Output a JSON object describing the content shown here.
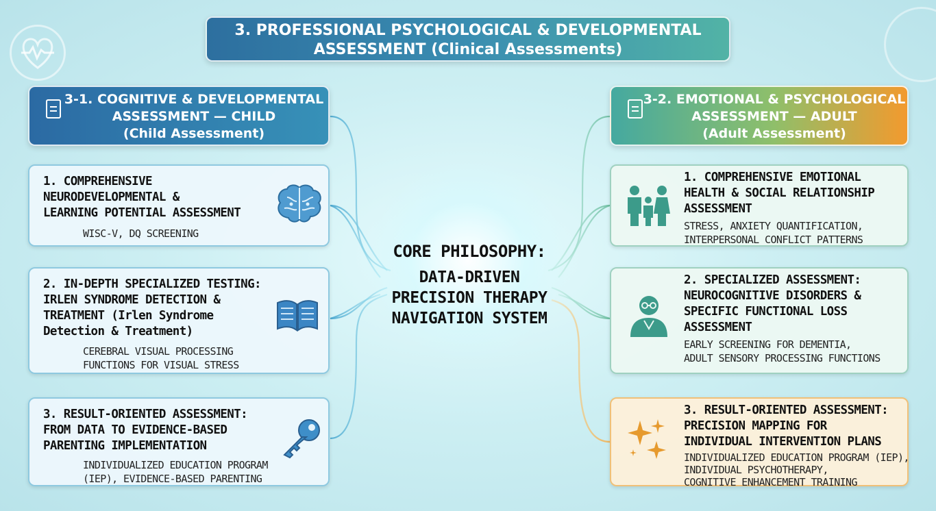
{
  "title": {
    "line1": "3. PROFESSIONAL PSYCHOLOGICAL & DEVELOPMENTAL",
    "line2": "ASSESSMENT (Clinical Assessments)"
  },
  "core": {
    "label": "CORE PHILOSOPHY:",
    "line1": "DATA-DRIVEN",
    "line2": "PRECISION THERAPY",
    "line3": "NAVIGATION SYSTEM"
  },
  "left": {
    "header": {
      "line1": "3-1. COGNITIVE & DEVELOPMENTAL",
      "line2": "ASSESSMENT — CHILD",
      "line3": "(Child Assessment)"
    },
    "cards": [
      {
        "title_lines": [
          "1. COMPREHENSIVE",
          "NEURODEVELOPMENTAL &",
          "LEARNING POTENTIAL ASSESSMENT"
        ],
        "detail_lines": [
          "WISC-V, DQ SCREENING"
        ],
        "icon": "brain-icon"
      },
      {
        "title_lines": [
          "2. IN-DEPTH SPECIALIZED TESTING:",
          "IRLEN SYNDROME DETECTION &",
          "TREATMENT (Irlen Syndrome",
          "Detection & Treatment)"
        ],
        "detail_lines": [
          "CEREBRAL VISUAL PROCESSING",
          "FUNCTIONS FOR VISUAL STRESS"
        ],
        "icon": "book-icon"
      },
      {
        "title_lines": [
          "3. RESULT-ORIENTED ASSESSMENT:",
          "FROM DATA TO EVIDENCE-BASED",
          "PARENTING IMPLEMENTATION"
        ],
        "detail_lines": [
          "INDIVIDUALIZED EDUCATION PROGRAM",
          "(IEP), EVIDENCE-BASED PARENTING"
        ],
        "icon": "key-icon"
      }
    ]
  },
  "right": {
    "header": {
      "line1": "3-2. EMOTIONAL & PSYCHOLOGICAL",
      "line2": "ASSESSMENT — ADULT",
      "line3": "(Adult Assessment)"
    },
    "cards": [
      {
        "title_lines": [
          "1. COMPREHENSIVE EMOTIONAL",
          "HEALTH & SOCIAL RELATIONSHIP",
          "ASSESSMENT"
        ],
        "detail_lines": [
          "STRESS, ANXIETY QUANTIFICATION,",
          "INTERPERSONAL CONFLICT PATTERNS"
        ],
        "icon": "family-icon"
      },
      {
        "title_lines": [
          "2. SPECIALIZED ASSESSMENT:",
          "NEUROCOGNITIVE DISORDERS &",
          "SPECIFIC FUNCTIONAL LOSS",
          "ASSESSMENT"
        ],
        "detail_lines": [
          "EARLY SCREENING FOR DEMENTIA,",
          "ADULT SENSORY PROCESSING FUNCTIONS"
        ],
        "icon": "elder-icon"
      },
      {
        "title_lines": [
          "3. RESULT-ORIENTED ASSESSMENT:",
          "PRECISION MAPPING FOR",
          "INDIVIDUAL INTERVENTION PLANS"
        ],
        "detail_lines": [
          "INDIVIDUALIZED EDUCATION PROGRAM (IEP),",
          "INDIVIDUAL PSYCHOTHERAPY,",
          "COGNITIVE ENHANCEMENT TRAINING"
        ],
        "icon": "sparkle-icon"
      }
    ]
  },
  "colors": {
    "left_accent": "#3a8fc0",
    "right_accent": "#48a99c",
    "orange_accent": "#f29a2e"
  }
}
